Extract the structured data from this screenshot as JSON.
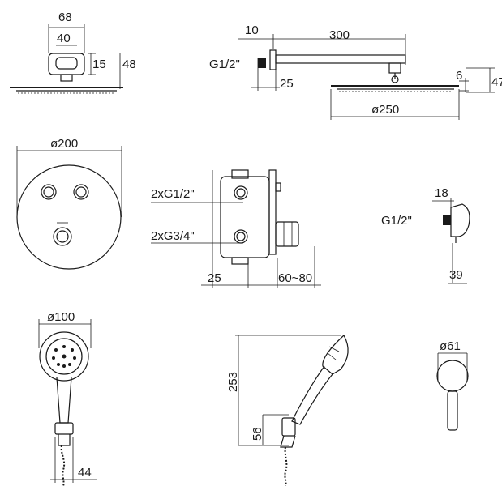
{
  "dimensions": {
    "head_front": {
      "top_width": "68",
      "inner_width": "40",
      "joint_height": "15",
      "total_height": "48"
    },
    "head_side": {
      "offset": "10",
      "arm_length": "300",
      "thread": "G1/2\"",
      "wall_depth": "25",
      "plate": "6",
      "height": "47",
      "diameter": "ø250"
    },
    "plate": {
      "diameter": "ø200"
    },
    "valve": {
      "inlet_top": "2xG1/2\"",
      "inlet_bottom": "2xG3/4\"",
      "depth_min": "25",
      "depth_range": "60~80"
    },
    "outlet": {
      "width": "18",
      "thread": "G1/2\"",
      "height": "39"
    },
    "hand_front": {
      "diameter": "ø100",
      "holder_width": "44"
    },
    "hand_side": {
      "length": "253",
      "holder_height": "56"
    },
    "knob": {
      "diameter": "ø61"
    }
  }
}
